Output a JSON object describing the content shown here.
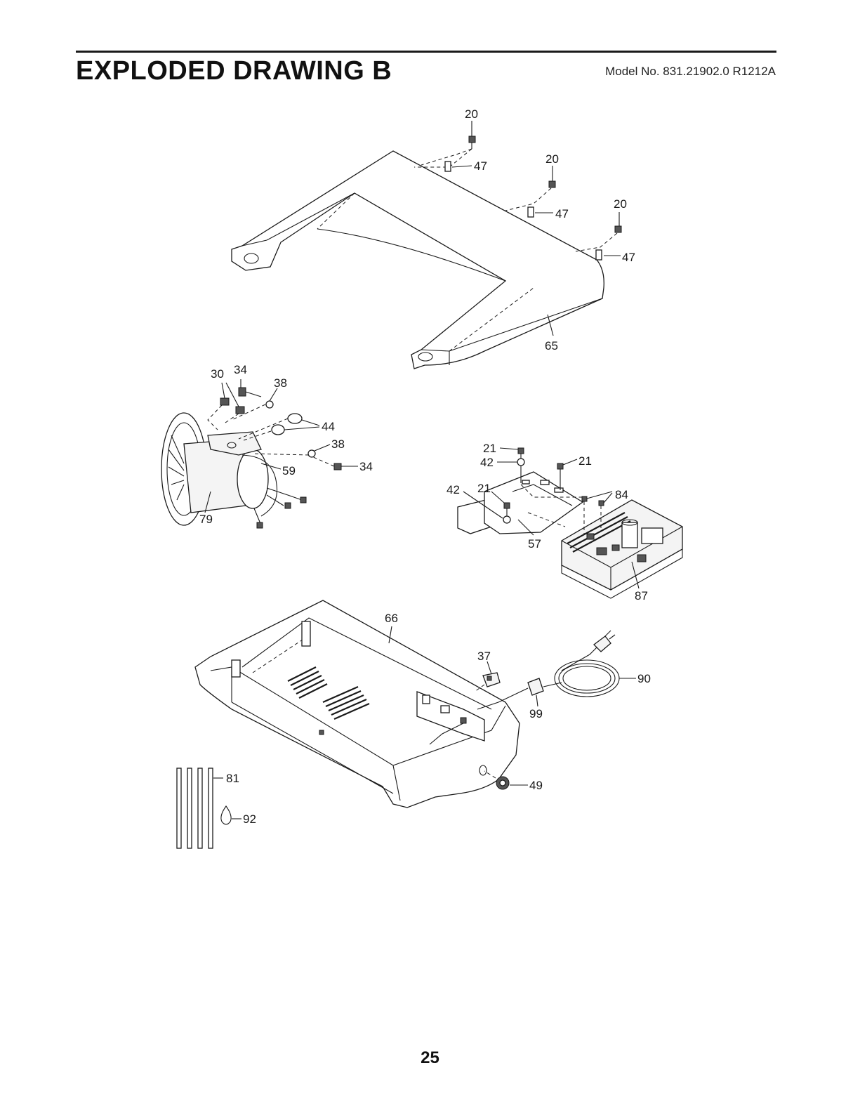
{
  "page": {
    "title": "EXPLODED DRAWING B",
    "model": "Model No. 831.21902.0 R1212A",
    "page_number": "25"
  },
  "callouts": {
    "c20a": "20",
    "c47a": "47",
    "c20b": "20",
    "c47b": "47",
    "c20c": "20",
    "c47c": "47",
    "c65": "65",
    "c30": "30",
    "c34a": "34",
    "c38a": "38",
    "c44": "44",
    "c38b": "38",
    "c34b": "34",
    "c59": "59",
    "c79": "79",
    "c21a": "21",
    "c42a": "42",
    "c21b": "21",
    "c42b": "42",
    "c21c": "21",
    "c84": "84",
    "c57": "57",
    "c87": "87",
    "c66": "66",
    "c37": "37",
    "c90": "90",
    "c99": "99",
    "c49": "49",
    "c81": "81",
    "c92": "92"
  }
}
